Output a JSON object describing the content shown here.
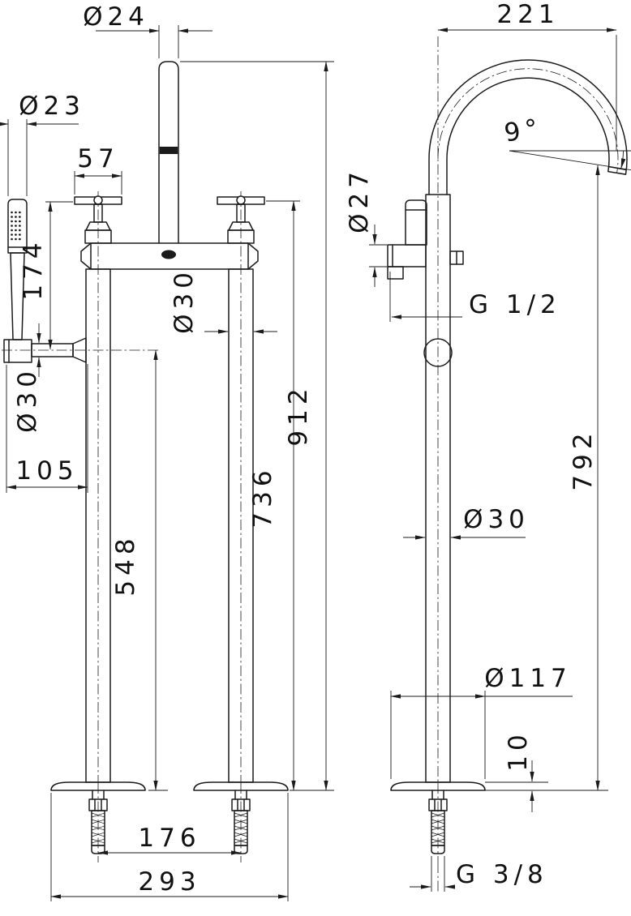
{
  "front_view": {
    "spout_pipe_diameter": "Ø24",
    "handshower_diameter": "Ø23",
    "handle_width": "57",
    "handshower_offset": "174",
    "column_diameter": "Ø30",
    "arm_diameter": "Ø30",
    "arm_reach": "105",
    "arm_height": "548",
    "handle_height": "736",
    "total_height": "912",
    "column_spacing": "176",
    "overall_width": "293"
  },
  "side_view": {
    "spout_reach": "221",
    "spout_angle": "9°",
    "holder_diameter": "Ø27",
    "handshower_thread": "G 1/2",
    "spout_height": "792",
    "column_diameter": "Ø30",
    "base_diameter": "Ø117",
    "base_thickness": "10",
    "inlet_thread": "G 3/8"
  }
}
